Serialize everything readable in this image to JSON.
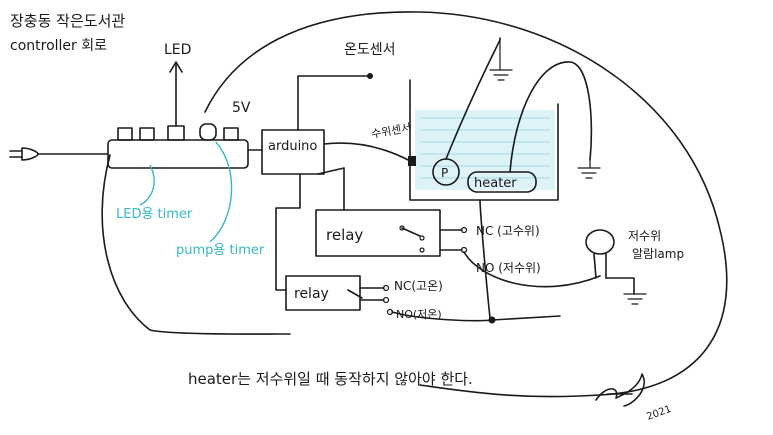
{
  "title": {
    "line1": "장충동 작은도서관",
    "line2": "controller 회로"
  },
  "labels": {
    "led": "LED",
    "v5": "5V",
    "arduino": "arduino",
    "temp_sensor": "온도센서",
    "level_sensor": "수위센서",
    "pump": "P",
    "heater": "heater",
    "relay1": "relay",
    "relay2": "relay",
    "nc1": "NC (고수위)",
    "no1": "NO (저수위)",
    "nc2": "NC(고온)",
    "no2": "NO(저온)",
    "lamp": "저수위\n알람lamp",
    "led_timer": "LED용 timer",
    "pump_timer": "pump용 timer"
  },
  "note": "heater는 저수위일 때 동작하지 않아야 한다.",
  "signature": {
    "year": "2021"
  },
  "colors": {
    "ink": "#1a1a1a",
    "annotation": "#39b6c8",
    "water": "#b8e2ee"
  }
}
